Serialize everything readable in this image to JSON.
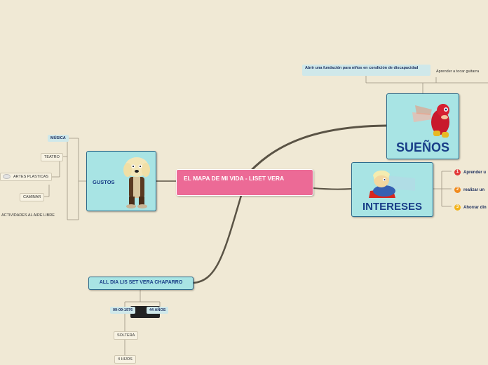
{
  "central": {
    "title": "EL MAPA DE MI VIDA - LISET VERA"
  },
  "suenos": {
    "title": "SUEÑOS",
    "items": [
      "Abrir una fundación para niños en condición de discapacidad",
      "Aprender a tocar guitarra"
    ]
  },
  "intereses": {
    "title": "INTERESES",
    "items": [
      {
        "number": "1",
        "label": "Aprender u",
        "color": "#e23a3a"
      },
      {
        "number": "2",
        "label": "realizar un",
        "color": "#f08a1c"
      },
      {
        "number": "3",
        "label": "Ahorrar din",
        "color": "#f2b31c"
      }
    ]
  },
  "gustos": {
    "title": "GUSTOS",
    "items": [
      "MÚSICA",
      "TEATRO",
      "ARTES PLASTICAS",
      "CAMINAR",
      "ACTIVIDADES AL AIRE LIBRE"
    ]
  },
  "personal": {
    "title": "ALL DIA LIS SET VERA CHAPARRO",
    "birthdate": "09-09-1976",
    "age": "44 AÑOS",
    "status": "SOLTERA",
    "children": "4 HIJOS"
  }
}
